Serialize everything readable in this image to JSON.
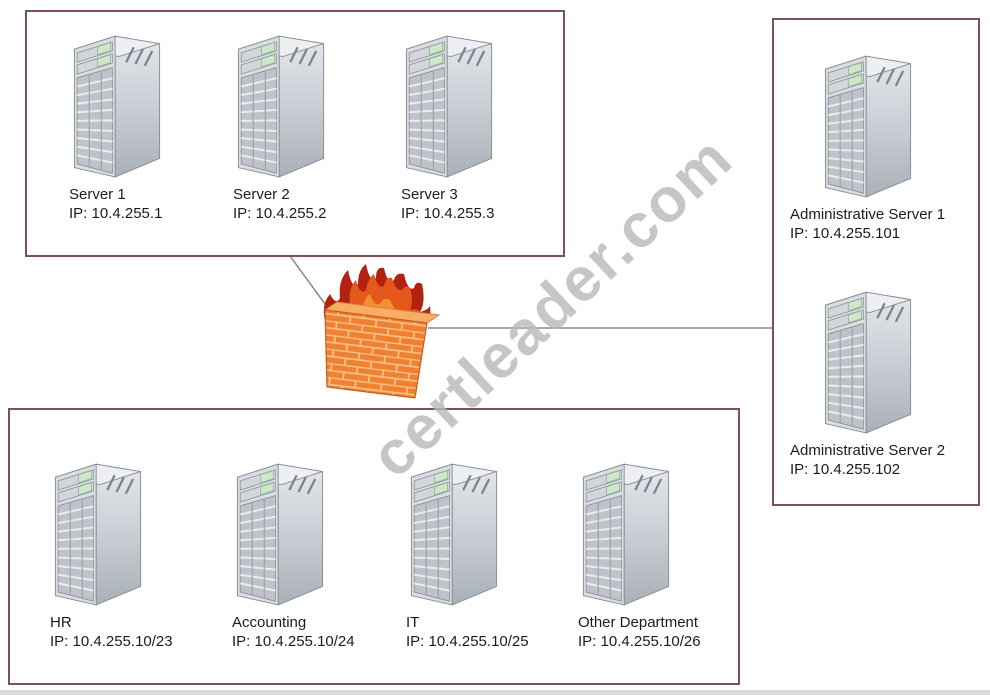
{
  "watermark": {
    "text": "certleader.com"
  },
  "top_group": {
    "servers": [
      {
        "name": "Server 1",
        "ip": "IP: 10.4.255.1"
      },
      {
        "name": "Server 2",
        "ip": "IP: 10.4.255.2"
      },
      {
        "name": "Server 3",
        "ip": "IP: 10.4.255.3"
      }
    ]
  },
  "admin_group": {
    "servers": [
      {
        "name": "Administrative Server 1",
        "ip": "IP: 10.4.255.101"
      },
      {
        "name": "Administrative Server 2",
        "ip": "IP: 10.4.255.102"
      }
    ]
  },
  "dept_group": {
    "servers": [
      {
        "name": "HR",
        "ip": "IP: 10.4.255.10/23"
      },
      {
        "name": "Accounting",
        "ip": "IP: 10.4.255.10/24"
      },
      {
        "name": "IT",
        "ip": "IP: 10.4.255.10/25"
      },
      {
        "name": "Other Department",
        "ip": "IP: 10.4.255.10/26"
      }
    ]
  },
  "icons": {
    "server": "server-tower-icon",
    "firewall": "firewall-icon"
  },
  "connections": [
    {
      "from": "server-group-box",
      "to": "firewall"
    },
    {
      "from": "firewall",
      "to": "administrative-server-group-box"
    }
  ],
  "colors": {
    "group_border": "#7a5252",
    "connector_line": "#8c8c8c",
    "brick_orange": "#ef8130",
    "flame_red": "#b32113",
    "watermark_gray": "#919191"
  }
}
